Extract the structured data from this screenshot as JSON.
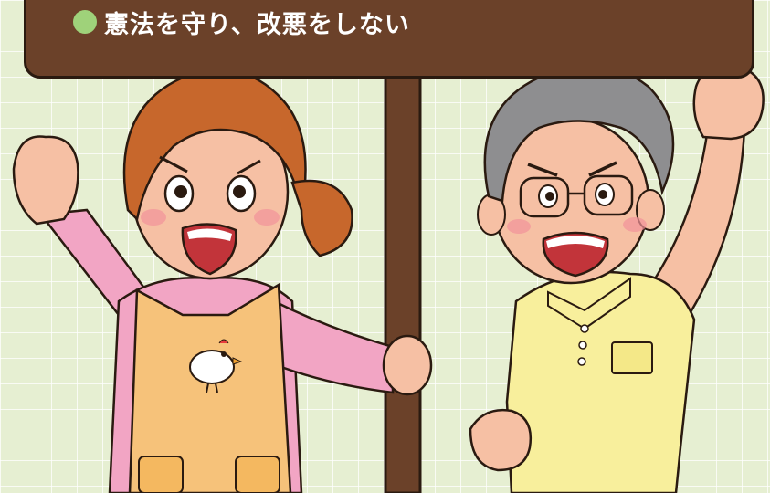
{
  "sign": {
    "text": "憲法を守り、改悪をしない",
    "bullet_color": "#9fd27a",
    "board_color": "#6b4129"
  },
  "illustration": {
    "characters": [
      "woman-in-apron",
      "man-with-glasses"
    ]
  }
}
